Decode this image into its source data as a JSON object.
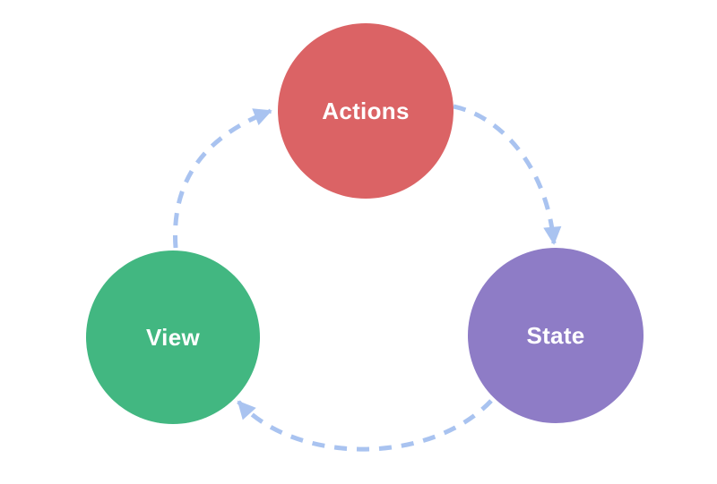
{
  "diagram": {
    "background": "#ffffff",
    "arrow_color": "#a9c3f0",
    "arrow_style": "dashed",
    "label_color": "#ffffff",
    "nodes": [
      {
        "id": "actions",
        "label": "Actions",
        "color": "#db6365"
      },
      {
        "id": "state",
        "label": "State",
        "color": "#8e7cc6"
      },
      {
        "id": "view",
        "label": "View",
        "color": "#42b781"
      }
    ],
    "edges": [
      {
        "from": "actions",
        "to": "state"
      },
      {
        "from": "state",
        "to": "view"
      },
      {
        "from": "view",
        "to": "actions"
      }
    ]
  }
}
